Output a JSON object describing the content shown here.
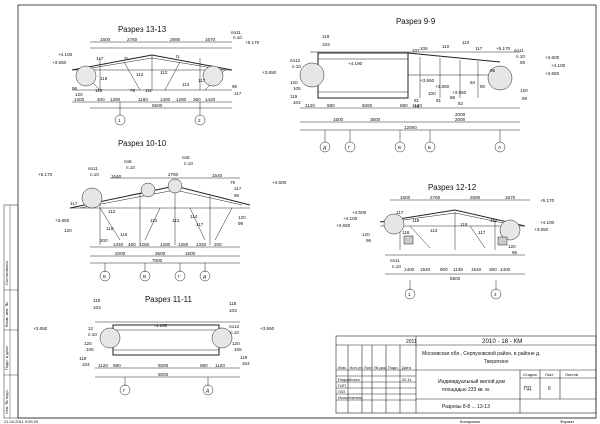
{
  "sections": {
    "s13": {
      "title": "Разрез 13-13",
      "top_dims": [
        "1600",
        "2760",
        "2690",
        "1670"
      ],
      "node": "по11",
      "node_sub": "п.10",
      "left_marks": [
        "+4.100",
        "+3.650"
      ],
      "right_mark": "+5.170",
      "inner": [
        "117",
        "2t",
        "t1",
        "112",
        "119",
        "116",
        "112",
        "79",
        "111",
        "113",
        "117",
        "120",
        "96",
        "120",
        "96",
        "117"
      ],
      "bottom_dims": [
        "1400",
        "400",
        "1280",
        "1160",
        "1400",
        "1280",
        "360",
        "1420"
      ],
      "total": "5500",
      "axes": [
        "1",
        "2"
      ]
    },
    "s99": {
      "title": "Разрез 9-9",
      "top": [
        "118",
        "103",
        "107",
        "106",
        "110",
        "110",
        "117"
      ],
      "nodes": [
        "по12",
        "п.10",
        "по11",
        "п.10"
      ],
      "marks_left": [
        "+3.650"
      ],
      "mark_center": "+4.190",
      "marks_right": [
        "+5.170",
        "+4.600",
        "+4.100",
        "+3.650"
      ],
      "right_inner": [
        "89",
        "95",
        "120",
        "98",
        "84",
        "80"
      ],
      "left_inner": [
        "120",
        "105",
        "119",
        "104"
      ],
      "sub": [
        "+3.650",
        "+3.650",
        "+3.650"
      ],
      "mid": [
        "81",
        "79",
        "100",
        "81",
        "88",
        "82"
      ],
      "bottom": [
        "1120",
        "680",
        "5060",
        "680",
        "1120",
        "2000",
        "1500",
        "3500",
        "2000"
      ],
      "total": "12000",
      "axes": [
        "Д",
        "Г",
        "В",
        "Б",
        "А"
      ]
    },
    "s1010": {
      "title": "Разрез 10-10",
      "nodes": [
        "по11",
        "п.10",
        "по8",
        "п.10",
        "по5",
        "п.10"
      ],
      "marks": [
        "+5.170",
        "+4.600",
        "+3.650"
      ],
      "top": [
        "1540",
        "2760",
        "1540"
      ],
      "inner": [
        "117",
        "79",
        "117",
        "96",
        "112",
        "116",
        "113",
        "114",
        "117",
        "112",
        "120",
        "99",
        "116",
        "120"
      ],
      "bottom": [
        "200",
        "1340",
        "480",
        "1260",
        "1280",
        "1280",
        "1340",
        "200"
      ],
      "row2": [
        "2000",
        "3500",
        "1500"
      ],
      "total": "7000",
      "axes": [
        "Б",
        "В",
        "Г",
        "Д"
      ]
    },
    "s1212": {
      "title": "Разрез 12-12",
      "top": [
        "1600",
        "2760",
        "2690",
        "1670"
      ],
      "marks_left": [
        "+4.500",
        "+4.100",
        "+3.650"
      ],
      "mark_right": "+5.170",
      "right_marks": [
        "+4.100",
        "+3.650"
      ],
      "inner": [
        "117",
        "119",
        "116",
        "120",
        "96",
        "113",
        "118",
        "117",
        "112",
        "120",
        "96"
      ],
      "bottom": [
        "1400",
        "1540",
        "900",
        "1135",
        "1540",
        "360",
        "1400"
      ],
      "total": "5500",
      "node": "по11",
      "node_sub": "п.10",
      "axes": [
        "1",
        "2"
      ]
    },
    "s1111": {
      "title": "Разрез 11-11",
      "top": [
        "118",
        "103",
        "118",
        "103"
      ],
      "mark_center": "+4.180",
      "marks": [
        "+3.650",
        "+3.650"
      ],
      "node_l": "12",
      "node_l_sub": "п.10",
      "node_r": "по12",
      "node_r_sub": "п.10",
      "inner": [
        "120",
        "105",
        "119",
        "104",
        "120",
        "105",
        "119",
        "104"
      ],
      "bottom": [
        "1120",
        "680",
        "5000",
        "680",
        "1120"
      ],
      "total": "5000",
      "axes": [
        "Г",
        "Д"
      ]
    }
  },
  "side_stamp": [
    "Согласовано",
    "Взам. инв. №",
    "Подп. и дата",
    "Инв. № подл."
  ],
  "title_block": {
    "code": "2010 - 18 - КМ",
    "address": "Московская обл., Серпуховской район, в районе д. Тверитино",
    "object": "Индивидуальный жилой дом площадью 233 кв. м.",
    "sheet_name": "Разрезы 8-8 ... 13-13",
    "year": "2011",
    "cols": [
      "Изм.",
      "Кол.уч",
      "Лист",
      "№ док.",
      "Подп.",
      "Дата"
    ],
    "roles": [
      "Разработал",
      "ГИП",
      "ГАП",
      "Исполнитель"
    ],
    "role_date": "02.11",
    "stage_head": [
      "Стадия",
      "Лист",
      "Листов"
    ],
    "stage": "ПД",
    "sheet_no": "6",
    "sheets": "",
    "copied": "Копировал",
    "format": "Формат"
  },
  "timestamp": "21.04.2011 0:05:29"
}
